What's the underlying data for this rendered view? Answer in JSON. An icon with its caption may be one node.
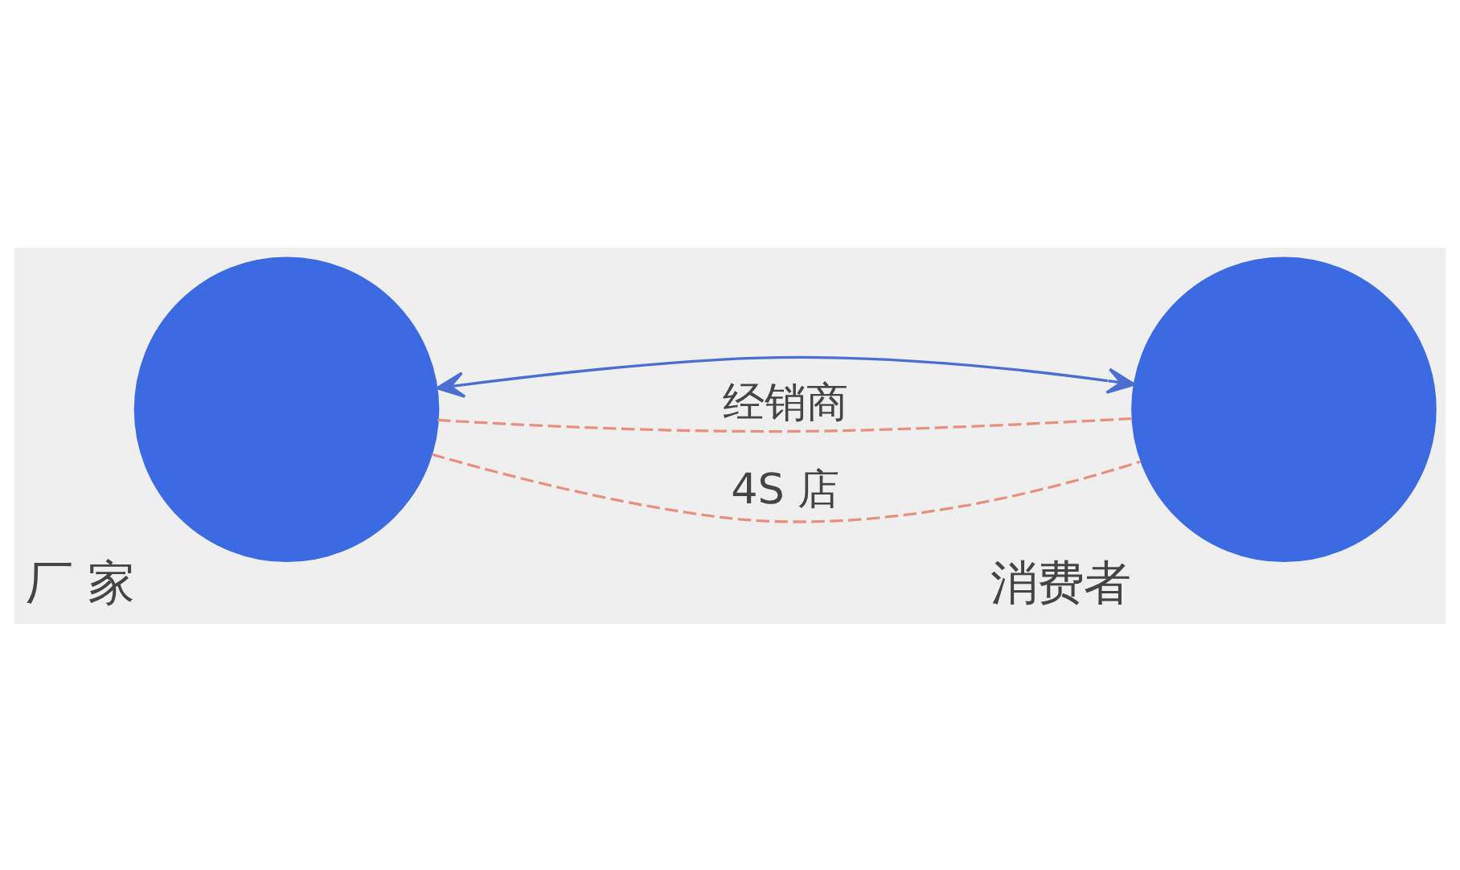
{
  "diagram": {
    "nodes": [
      {
        "text": [],
        "shape": "circle",
        "beside": [
          "厂 家"
        ]
      },
      {
        "text": [],
        "shape": "circle",
        "beside": [
          "消费者"
        ]
      }
    ],
    "edges": [
      {
        "from": 0,
        "to": 1,
        "arrow": "both",
        "color": "#4a6fd0"
      },
      {
        "from": 0,
        "to": 1,
        "arrow": "none",
        "style": "dashed",
        "color": "#e89080",
        "label": "经销商"
      },
      {
        "from": 0,
        "to": 1,
        "arrow": "none",
        "style": "dashed",
        "color": "#e89080",
        "label": "4S 店"
      }
    ]
  }
}
